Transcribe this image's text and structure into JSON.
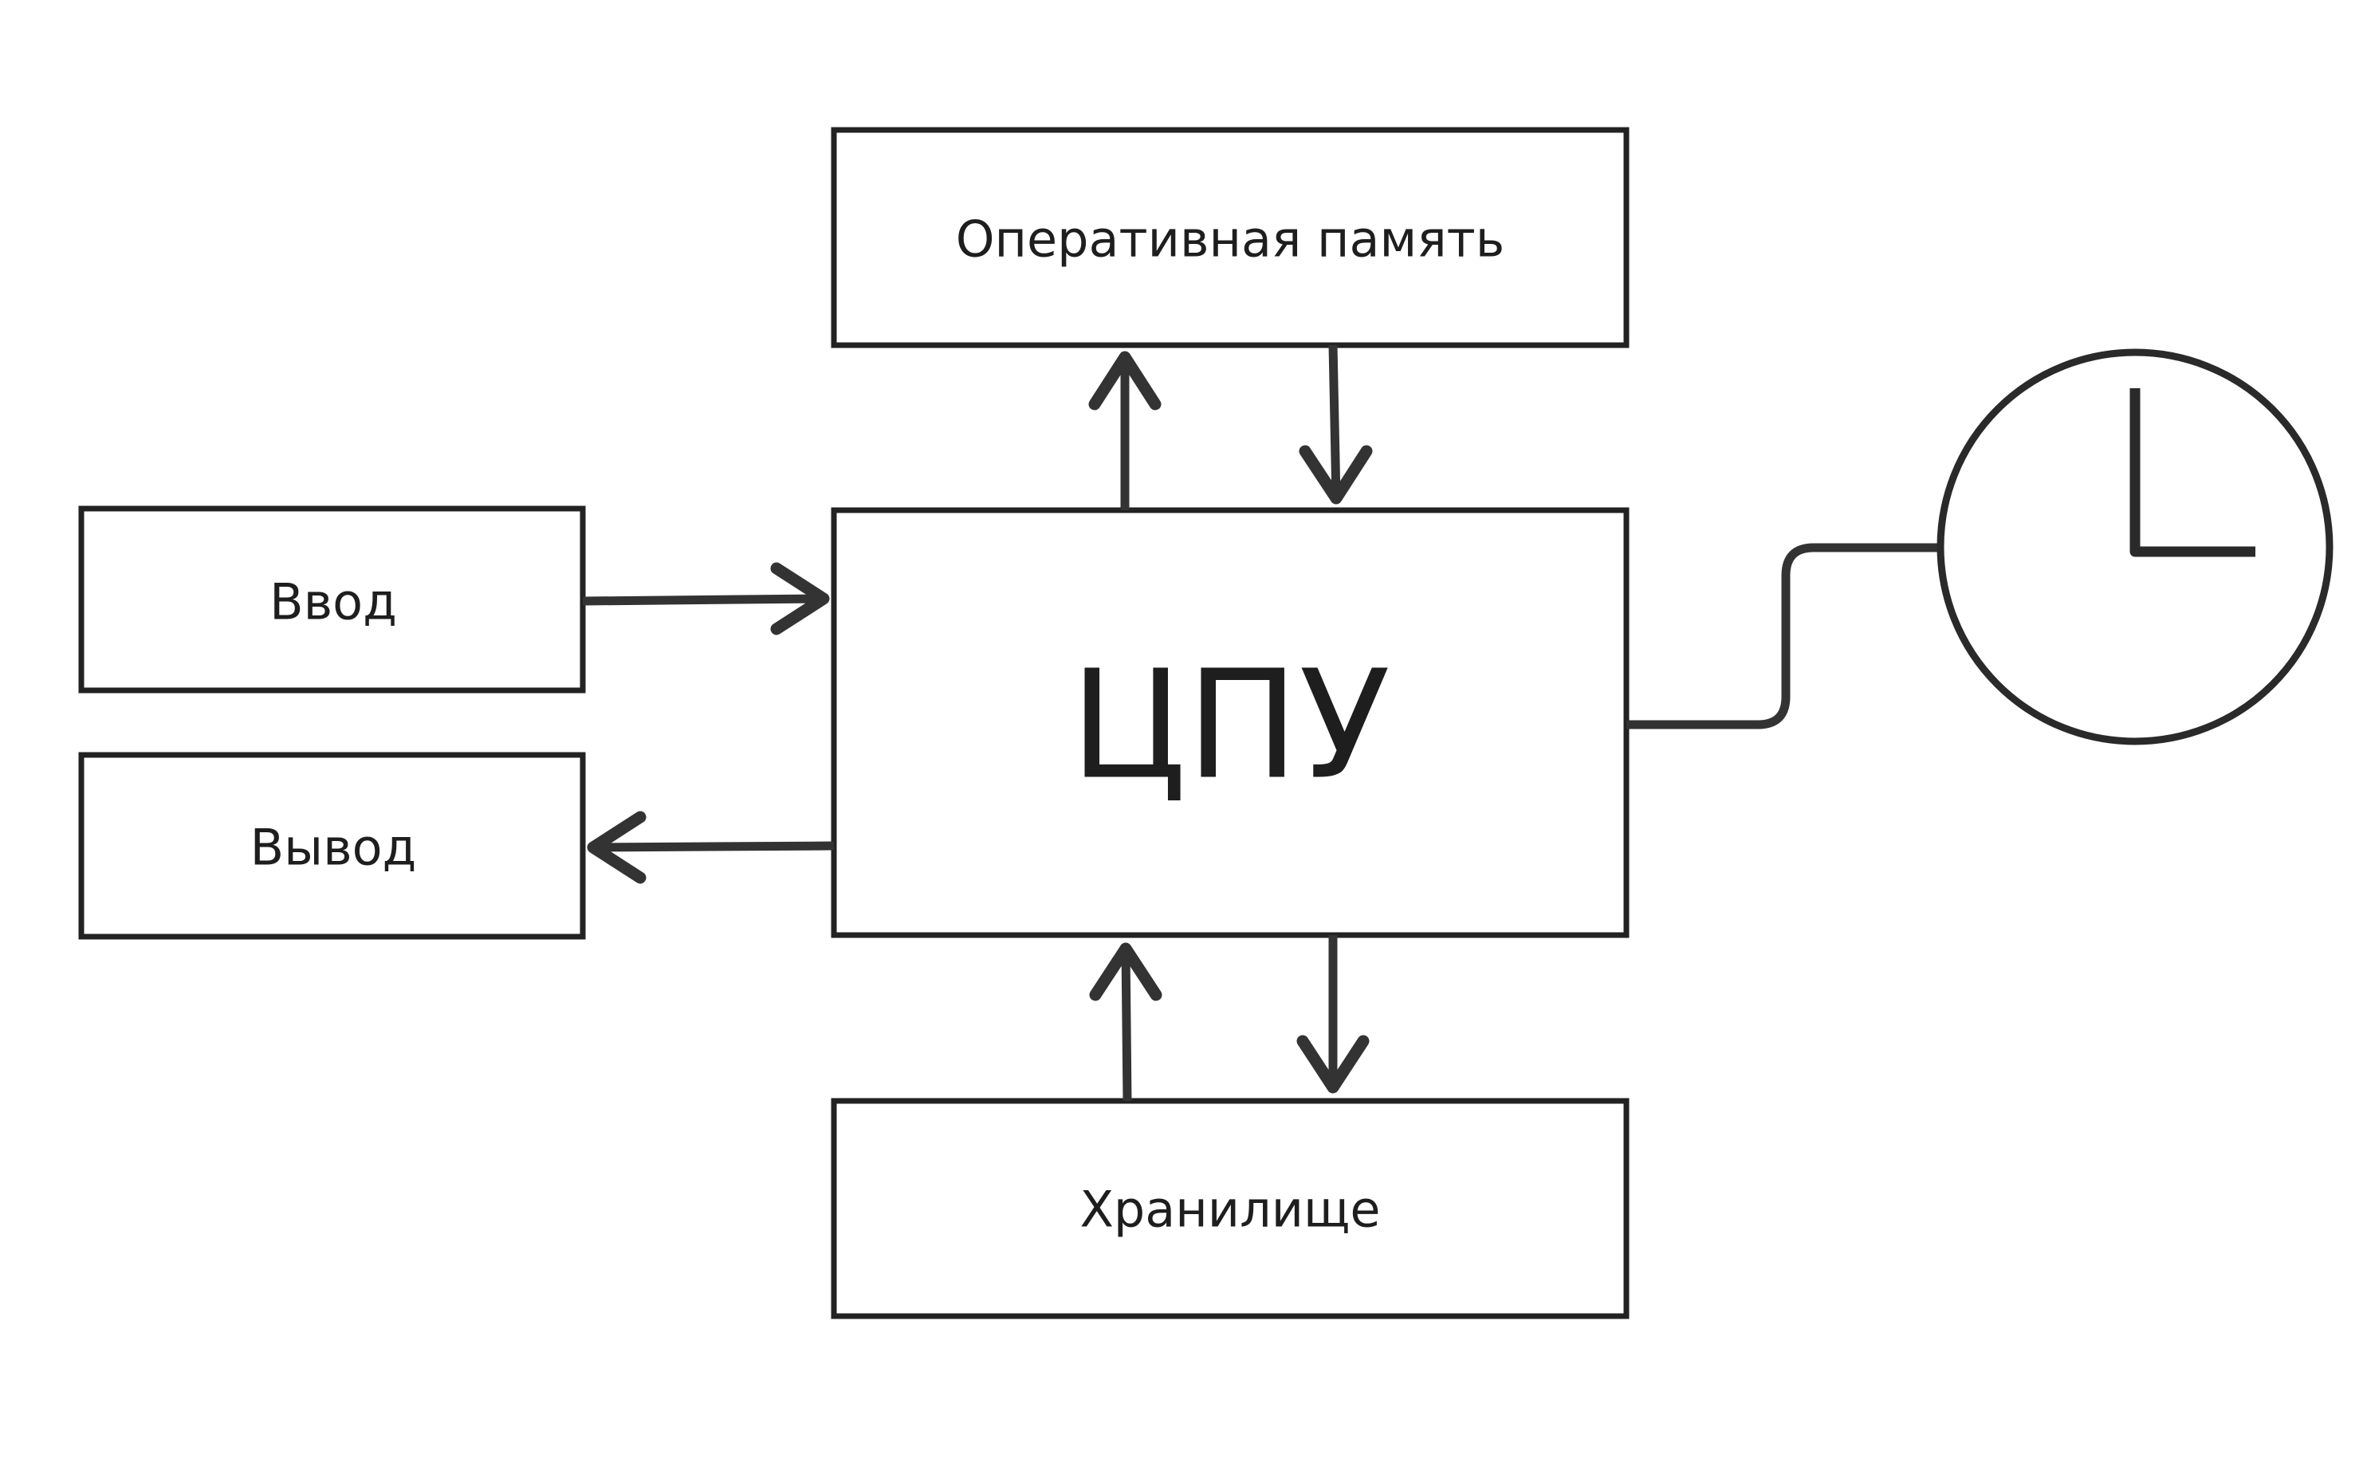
{
  "diagram": {
    "nodes": {
      "ram": "Оперативная память",
      "cpu": "ЦПУ",
      "input": "Ввод",
      "output": "Вывод",
      "storage": "Хранилище"
    },
    "clock_icon": "clock-icon",
    "colors": {
      "stroke": "#222222",
      "arrow": "#333333",
      "text": "#1e1e1e",
      "background": "#ffffff"
    }
  }
}
